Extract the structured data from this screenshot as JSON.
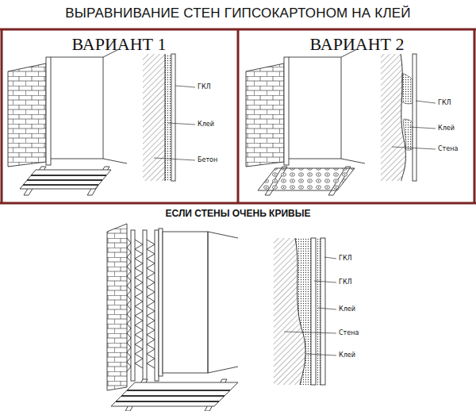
{
  "diagram": {
    "title": "ВЫРАВНИВАНИЕ СТЕН ГИПСОКАРТОНОМ НА КЛЕЙ",
    "labels": [
      "ВАРИАНТ 1",
      "ВАРИАНТ 2",
      "ЕСЛИ СТЕНЫ ОЧЕНЬ КРИВЫЕ",
      "ГКЛ",
      "Клей",
      "Бетон",
      "ГКЛ",
      "Клей",
      "Стена",
      "ГКЛ",
      "ГКЛ",
      "Клей",
      "Стена",
      "Клей"
    ]
  }
}
